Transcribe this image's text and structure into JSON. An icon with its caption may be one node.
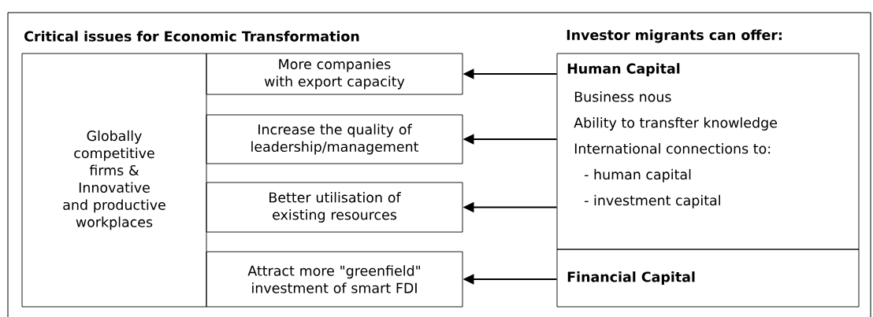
{
  "diagram": {
    "nodes": [
      {
        "text": [
          "Globally competitive firms & Innovative and productive workplaces"
        ]
      },
      {
        "text": [
          "More companies with export capacity"
        ]
      },
      {
        "text": [
          "Increase the quality of leadership/management"
        ]
      },
      {
        "text": [
          "Better utilisation of existing resources"
        ]
      },
      {
        "text": [
          "Attract more \"greenfield\" investment of smart FDI"
        ]
      },
      {
        "text": [
          "Human Capital",
          "Business nous",
          "Ability to transfter knowledge",
          "International connections to:",
          "- human capital",
          "- investment capital"
        ]
      },
      {
        "text": [
          "Financial Capital"
        ]
      }
    ],
    "edges": [
      {
        "from": 5,
        "to": 1,
        "arrow": "to"
      },
      {
        "from": 5,
        "to": 2,
        "arrow": "to"
      },
      {
        "from": 5,
        "to": 3,
        "arrow": "to"
      },
      {
        "from": 6,
        "to": 4,
        "arrow": "to"
      }
    ],
    "labels": [
      "Critical issues for Economic Transformation",
      "Investor migrants can offer:"
    ]
  }
}
